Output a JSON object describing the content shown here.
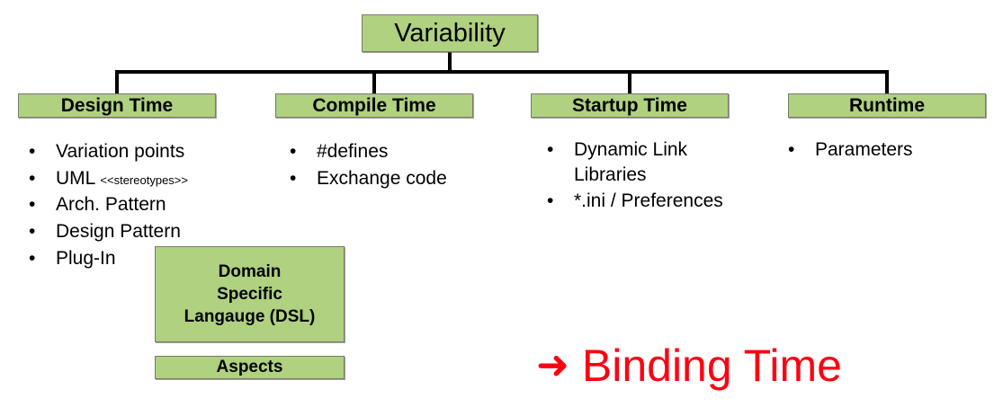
{
  "diagram": {
    "root": {
      "label": "Variability"
    },
    "columns": [
      {
        "id": "design-time",
        "header": "Design Time",
        "items": [
          {
            "text": "Variation points"
          },
          {
            "text": "UML ",
            "tag": "<<stereotypes>>"
          },
          {
            "text": "Arch. Pattern"
          },
          {
            "text": "Design Pattern"
          },
          {
            "text": "Plug-In"
          }
        ]
      },
      {
        "id": "compile-time",
        "header": "Compile Time",
        "items": [
          {
            "text": "#defines"
          },
          {
            "text": "Exchange code"
          }
        ]
      },
      {
        "id": "startup-time",
        "header": "Startup Time",
        "items": [
          {
            "text": "Dynamic Link Libraries"
          },
          {
            "text": "*.ini / Preferences"
          }
        ]
      },
      {
        "id": "runtime",
        "header": "Runtime",
        "items": [
          {
            "text": "Parameters"
          }
        ]
      }
    ],
    "extra_boxes": [
      {
        "id": "dsl",
        "lines": [
          "Domain",
          "Specific",
          "Langauge (DSL)"
        ]
      },
      {
        "id": "aspects",
        "lines": [
          "Aspects"
        ]
      }
    ],
    "callout": {
      "arrow_icon": "right-arrow-icon",
      "arrow_glyph": "➜",
      "label": "Binding Time",
      "color": "#FF0011"
    },
    "bullet_glyph": "•",
    "colors": {
      "box_fill": "#AFD180",
      "box_border": "#7A7A6A",
      "line": "#000000",
      "text": "#000000",
      "accent_red": "#FF0011"
    }
  }
}
